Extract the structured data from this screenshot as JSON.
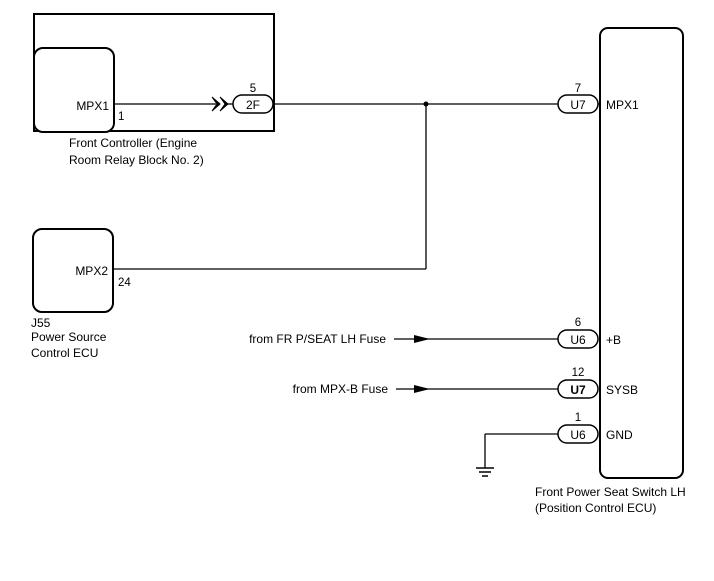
{
  "front_controller": {
    "terminal": "MPX1",
    "pin": "1",
    "connector_pin": "5",
    "connector": "2F",
    "name_line1": "Front Controller (Engine",
    "name_line2": "Room Relay Block No. 2)"
  },
  "power_source_ecu": {
    "terminal": "MPX2",
    "pin": "24",
    "code": "J55",
    "name_line1": "Power Source",
    "name_line2": "Control ECU"
  },
  "seat_switch": {
    "name_line1": "Front Power Seat Switch LH",
    "name_line2": "(Position Control ECU)",
    "terminals": [
      {
        "pin": "7",
        "connector": "U7",
        "label": "MPX1"
      },
      {
        "pin": "6",
        "connector": "U6",
        "label": "+B"
      },
      {
        "pin": "12",
        "connector": "U7",
        "label": "SYSB"
      },
      {
        "pin": "1",
        "connector": "U6",
        "label": "GND"
      }
    ]
  },
  "sources": {
    "fuse_fr_pseat": "from FR P/SEAT LH Fuse",
    "fuse_mpxb": "from MPX-B Fuse"
  }
}
